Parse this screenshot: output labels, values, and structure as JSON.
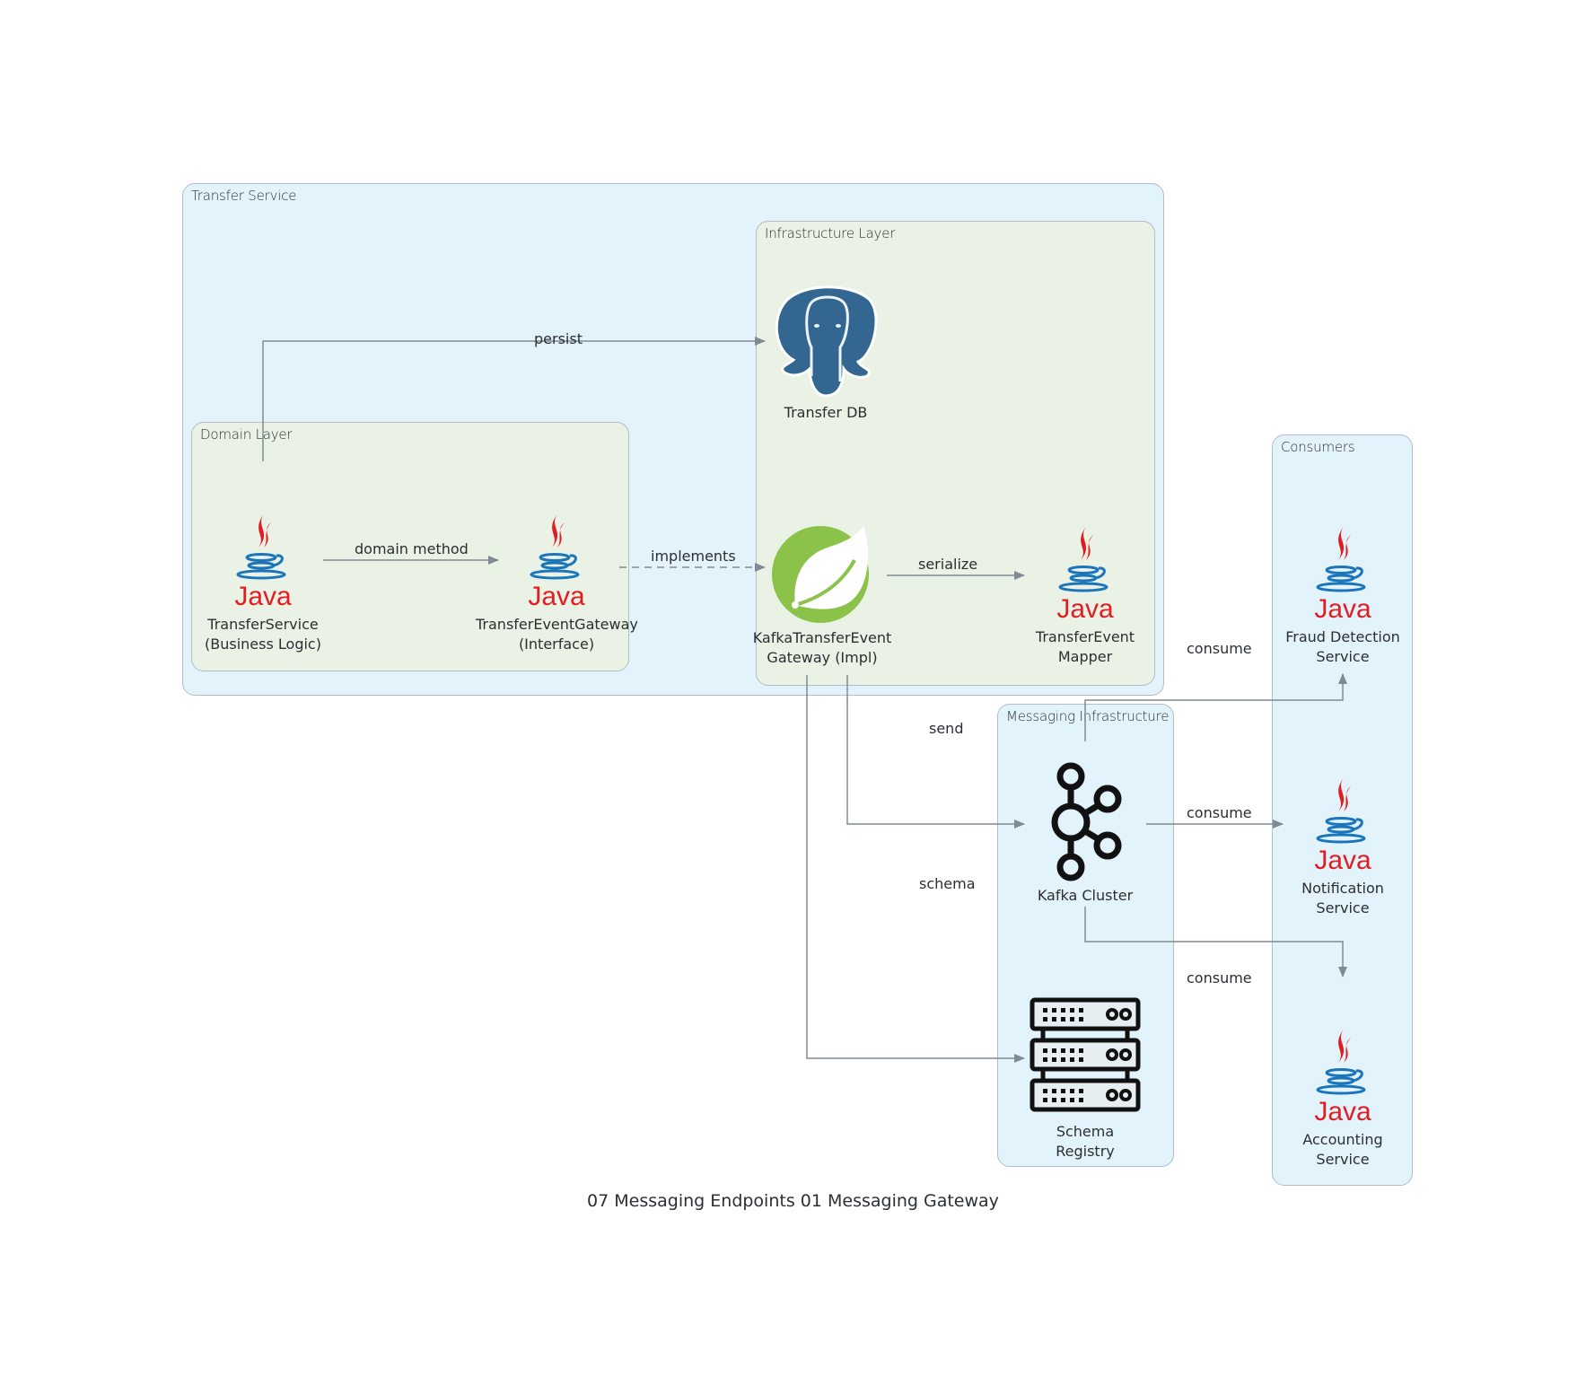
{
  "diagram": {
    "title": "07 Messaging Endpoints 01 Messaging Gateway",
    "colors": {
      "cluster_blue": "#e2f3fb",
      "cluster_green": "#e9f2e5",
      "edge": "#7f8a95",
      "java_red": "#e11d22",
      "java_blue": "#1b75bb",
      "postgres_blue": "#336791",
      "spring_green": "#8bc34a"
    },
    "clusters": {
      "transfer_service": "Transfer Service",
      "domain_layer": "Domain Layer",
      "infrastructure_layer": "Infrastructure Layer",
      "messaging_infrastructure": "Messaging Infrastructure",
      "consumers": "Consumers"
    },
    "nodes": {
      "transfer_service": {
        "label": "TransferService\n(Business Logic)",
        "icon": "java-icon"
      },
      "transfer_event_gateway": {
        "label": "TransferEventGateway\n(Interface)",
        "icon": "java-icon"
      },
      "transfer_db": {
        "label": "Transfer DB",
        "icon": "postgresql-icon"
      },
      "kafka_gateway_impl": {
        "label": "KafkaTransferEvent\nGateway (Impl)",
        "icon": "spring-icon"
      },
      "transfer_event_mapper": {
        "label": "TransferEvent\nMapper",
        "icon": "java-icon"
      },
      "kafka_cluster": {
        "label": "Kafka Cluster",
        "icon": "kafka-icon"
      },
      "schema_registry": {
        "label": "Schema\nRegistry",
        "icon": "server-rack-icon"
      },
      "fraud_detection": {
        "label": "Fraud Detection\nService",
        "icon": "java-icon"
      },
      "notification": {
        "label": "Notification\nService",
        "icon": "java-icon"
      },
      "accounting": {
        "label": "Accounting\nService",
        "icon": "java-icon"
      }
    },
    "edges": {
      "persist": "persist",
      "domain_method": "domain method",
      "implements": "implements",
      "serialize": "serialize",
      "send": "send",
      "schema": "schema",
      "consume_fraud": "consume",
      "consume_notification": "consume",
      "consume_accounting": "consume"
    }
  }
}
